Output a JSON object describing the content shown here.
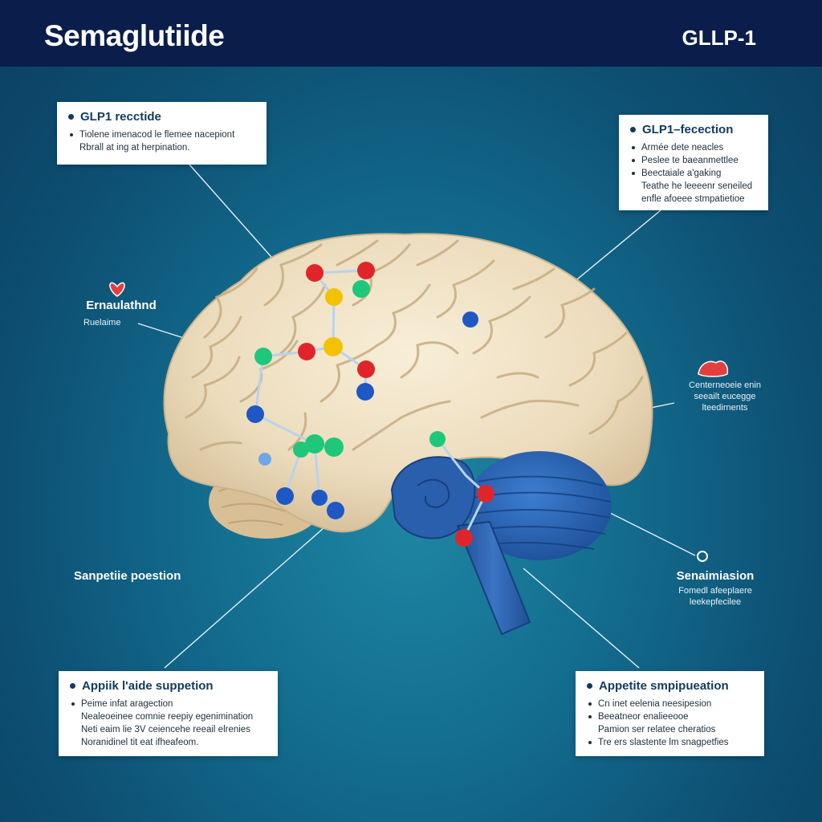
{
  "header": {
    "title": "Semaglutiide",
    "tag": "GLLP-1"
  },
  "boxes": {
    "top_left": {
      "title": "GLP1 recctide",
      "lines": [
        "Tiolene imenacod le flemee nacepiont",
        "Rbrall at ing at herpination."
      ]
    },
    "top_right": {
      "title": "GLP1–fecection",
      "lines": [
        "Armée dete neacles",
        "Peslee te baeanmettlee",
        "Beectaiale a'gaking",
        "Teathe he leeeenr seneiled",
        "enfle afoeee stmpatietioe"
      ]
    },
    "bottom_left": {
      "title": "Appiik l'aide suppetion",
      "lines": [
        "Peime infat aragection",
        "Nealeoeinee comnie reepiy egenimination",
        "Neti eaim lie 3V ceiencehe reeail elrenies",
        "Noranidinel tit eat ifheafeom."
      ]
    },
    "bottom_right": {
      "title": "Appetite smpipueation",
      "lines": [
        "Cn inet eelenia neesipesion",
        "Beeatneor enalieeooe",
        "Pamion ser relatee cheratios",
        "Tre ers slastente lm snagpetfies"
      ]
    }
  },
  "labels": {
    "left_top": {
      "title": "Ernaulathnd",
      "sub": "Ruelaime"
    },
    "left_bottom": {
      "title": "Sanpetiie poestion"
    },
    "right_mid": {
      "lines": [
        "Centerneoeie enin",
        "seeailt eucegge",
        "lteedirnents"
      ]
    },
    "right_bottom": {
      "title": "Senaimiasion",
      "lines": [
        "Fomedl afeeplaere",
        "leekepfecilee"
      ]
    }
  },
  "colors": {
    "header_bg": "#0b1d4a",
    "brain": "#efe2c6",
    "cerebellum": "#2e67b5",
    "atom_red": "#e0252a",
    "atom_green": "#1ec77a",
    "atom_yellow": "#f2c200",
    "atom_blue": "#1f57c4"
  },
  "icons": [
    "heart-icon",
    "organ-icon",
    "circle-arrow-icon"
  ]
}
